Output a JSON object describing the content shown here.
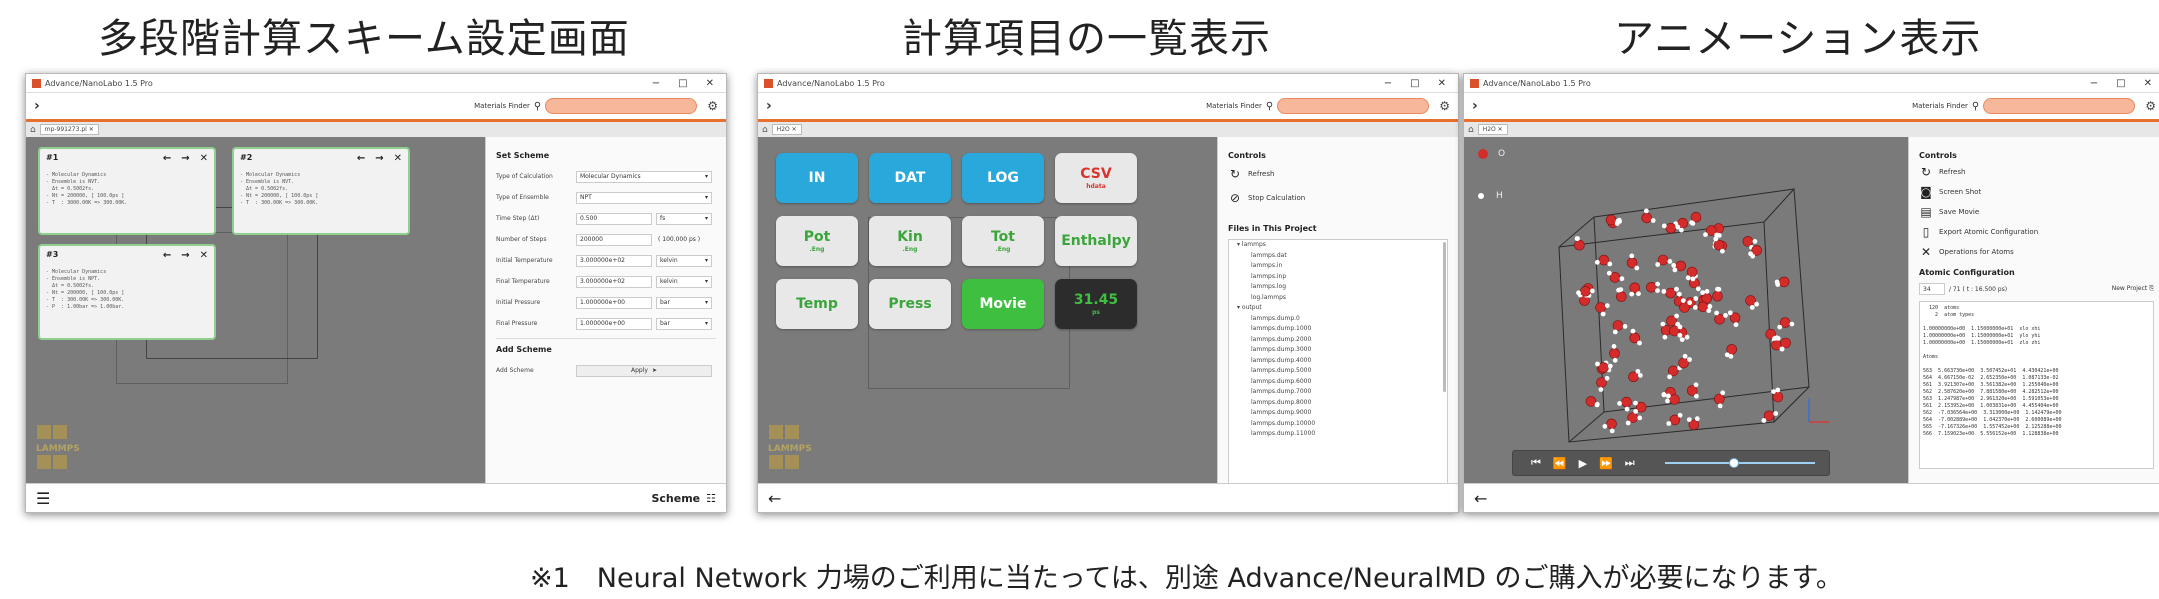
{
  "captions": [
    "多段階計算スキーム設定画面",
    "計算項目の一覧表示",
    "アニメーション表示"
  ],
  "footnote": "※1　Neural Network 力場のご利用に当たっては、別途 Advance/NeuralMD のご購入が必要になります。",
  "app": {
    "title": "Advance/NanoLabo 1.5 Pro",
    "materials_finder": "Materials Finder",
    "win_controls": [
      "−",
      "□",
      "✕"
    ],
    "accent_color": "#e8702e"
  },
  "window1": {
    "tab": "mp-991273.pl ✕",
    "cards": [
      {
        "num": "#1",
        "lines": [
          "- Molecular Dynamics",
          "- Ensemble is NVT.",
          "  Δt = 0.5002fs.",
          "- Nt = 200000, [ 100.0ps ]",
          "- T  : 3000.00K => 300.00K."
        ]
      },
      {
        "num": "#2",
        "lines": [
          "- Molecular Dynamics",
          "- Ensemble is NVT.",
          "  Δt = 0.5002fs.",
          "- Nt = 200000, [ 100.0ps ]",
          "- T  : 300.00K => 300.00K."
        ]
      },
      {
        "num": "#3",
        "lines": [
          "- Molecular Dynamics",
          "- Ensemble is NPT.",
          "  Δt = 0.5002fs.",
          "- Nt = 200000, [ 100.0ps ]",
          "- T  : 300.00K => 300.00K.",
          "- P  : 1.00bar => 1.00bar."
        ]
      }
    ],
    "card_actions": [
      "←",
      "→",
      "✕"
    ],
    "set_scheme": {
      "title": "Set Scheme",
      "rows": [
        {
          "label": "Type of Calculation",
          "value": "Molecular Dynamics",
          "unit": ""
        },
        {
          "label": "Type of Ensemble",
          "value": "NPT",
          "unit": ""
        },
        {
          "label": "Time Step (Δt)",
          "value": "0.500",
          "unit": "fs"
        },
        {
          "label": "Number of Steps",
          "value": "200000",
          "unit": "( 100.000 ps )"
        },
        {
          "label": "Initial Temperature",
          "value": "3.000000e+02",
          "unit": "kelvin"
        },
        {
          "label": "Final Temperature",
          "value": "3.000000e+02",
          "unit": "kelvin"
        },
        {
          "label": "Initial Pressure",
          "value": "1.000000e+00",
          "unit": "bar"
        },
        {
          "label": "Final Pressure",
          "value": "1.000000e+00",
          "unit": "bar"
        }
      ]
    },
    "add_scheme": {
      "title": "Add Scheme",
      "label": "Add Scheme",
      "button": "Apply"
    },
    "status_right": "Scheme",
    "lammps": "LAMMPS"
  },
  "window2": {
    "tab": "H2O ✕",
    "tiles": [
      {
        "label": "IN",
        "sub": "",
        "bg": "#29a8dc",
        "fg": "#ffffff"
      },
      {
        "label": "DAT",
        "sub": "",
        "bg": "#29a8dc",
        "fg": "#ffffff"
      },
      {
        "label": "LOG",
        "sub": "",
        "bg": "#29a8dc",
        "fg": "#ffffff"
      },
      {
        "label": "CSV",
        "sub": "hdata",
        "bg": "#e8e8e8",
        "fg": "#d9342b"
      },
      {
        "label": "Pot",
        "sub": ".Eng",
        "bg": "#e8e8e8",
        "fg": "#3ba53b"
      },
      {
        "label": "Kin",
        "sub": ".Eng",
        "bg": "#e8e8e8",
        "fg": "#3ba53b"
      },
      {
        "label": "Tot",
        "sub": ".Eng",
        "bg": "#e8e8e8",
        "fg": "#3ba53b"
      },
      {
        "label": "Enthalpy",
        "sub": "",
        "bg": "#e8e8e8",
        "fg": "#3ba53b"
      },
      {
        "label": "Temp",
        "sub": "",
        "bg": "#e8e8e8",
        "fg": "#3ba53b"
      },
      {
        "label": "Press",
        "sub": "",
        "bg": "#e8e8e8",
        "fg": "#3ba53b"
      },
      {
        "label": "Movie",
        "sub": "",
        "bg": "#3fbf3f",
        "fg": "#ffffff"
      },
      {
        "label": "31.45",
        "sub": "ps",
        "bg": "#2c2c2c",
        "fg": "#3fbf3f"
      }
    ],
    "controls_title": "Controls",
    "controls": [
      {
        "icon": "refresh-icon",
        "glyph": "↻",
        "label": "Refresh"
      },
      {
        "icon": "stop-icon",
        "glyph": "⊘",
        "label": "Stop Calculation"
      }
    ],
    "files_title": "Files in This Project",
    "files": [
      "▾ lammps",
      "lammps.dat",
      "lammps.in",
      "lammps.inp",
      "lammps.log",
      "log.lammps",
      "▾ output",
      "lammps.dump.0",
      "lammps.dump.1000",
      "lammps.dump.2000",
      "lammps.dump.3000",
      "lammps.dump.4000",
      "lammps.dump.5000",
      "lammps.dump.6000",
      "lammps.dump.7000",
      "lammps.dump.8000",
      "lammps.dump.9000",
      "lammps.dump.10000",
      "lammps.dump.11000"
    ]
  },
  "window3": {
    "tab": "H2O ✕",
    "legend": [
      {
        "symbol": "O",
        "color": "#d42b2b"
      },
      {
        "symbol": "H",
        "color": "#ffffff"
      }
    ],
    "controls_title": "Controls",
    "controls": [
      {
        "icon": "refresh-icon",
        "glyph": "↻",
        "label": "Refresh"
      },
      {
        "icon": "camera-icon",
        "glyph": "◙",
        "label": "Screen Shot"
      },
      {
        "icon": "film-icon",
        "glyph": "▤",
        "label": "Save Movie"
      },
      {
        "icon": "document-icon",
        "glyph": "▯",
        "label": "Export Atomic Configuration"
      },
      {
        "icon": "operations-icon",
        "glyph": "✕",
        "label": "Operations for Atoms"
      }
    ],
    "atomic_config_title": "Atomic Configuration",
    "frame_value": "34",
    "frame_total": "/ 71  ( t : 16.500 ps)",
    "new_project": "New Project",
    "data_lines": [
      "  120  atoms",
      "    2  atom types",
      "",
      "1.00000000e+00  1.15000000e+01  xlo xhi",
      "1.00000000e+00  1.15000000e+01  ylo yhi",
      "1.00000000e+00  1.15000000e+01  zlo zhi",
      "",
      "Atoms",
      "",
      "563  5.663730e+00  3.507452e+01  4.430421e+00",
      "564  4.667150e-02  2.652350e+00  1.087133e-02",
      "561  3.921307e+00  3.561382e+00  1.255040e+00",
      "562  2.587620e+00  7.881580e+00  4.282512e+00",
      "563  1.247987e+00  2.961320e+00  1.591053e+00",
      "561  2.153952e+00  1.003831e+00  4.455404e+00",
      "562  -7.036564e+00  3.313000e+00  1.142479e+00",
      "564  -7.002889e+00  1.042370e+00  2.600089e+00",
      "565  -7.167326e+00  1.557452e+00  2.125288e+00",
      "566  7.159023e+00  5.556152e+00  1.128838e+00"
    ]
  }
}
